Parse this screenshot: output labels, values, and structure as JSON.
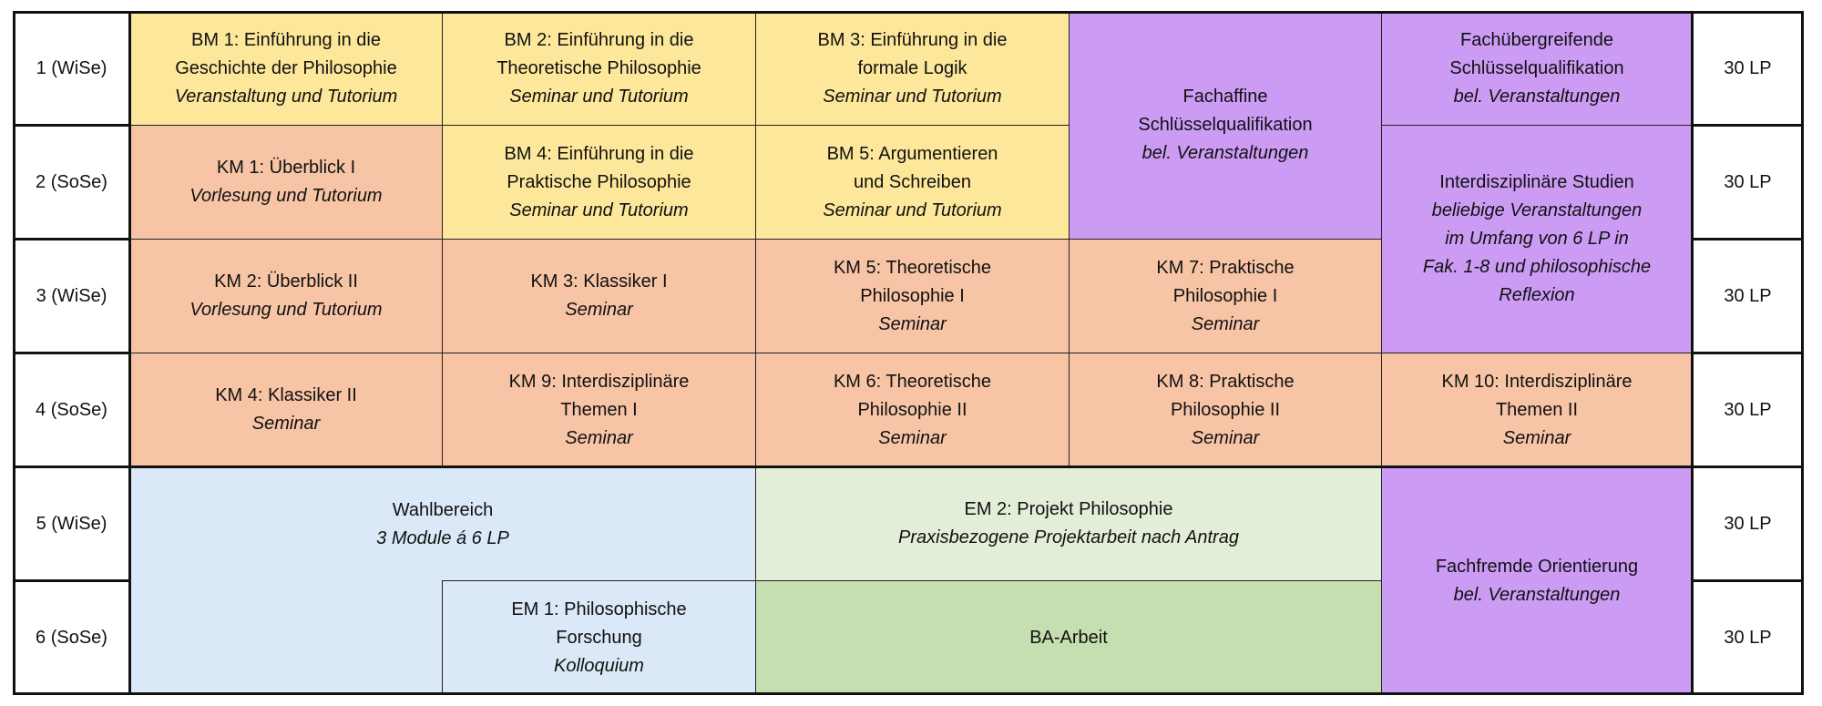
{
  "semesters": [
    {
      "label": "1 (WiSe)",
      "lp": "30 LP"
    },
    {
      "label": "2 (SoSe)",
      "lp": "30 LP"
    },
    {
      "label": "3 (WiSe)",
      "lp": "30 LP"
    },
    {
      "label": "4 (SoSe)",
      "lp": "30 LP"
    },
    {
      "label": "5 (WiSe)",
      "lp": "30 LP"
    },
    {
      "label": "6 (SoSe)",
      "lp": "30 LP"
    }
  ],
  "colors": {
    "basis_module": "#fde79a",
    "kern_module": "#f7c5a6",
    "schluesselqualifikation": "#cc9cf5",
    "wahlbereich": "#dbe8f7",
    "projekt": "#e3eed9",
    "ba_arbeit": "#c6dfb0"
  },
  "modules": [
    {
      "id": "bm1",
      "lines": [
        "BM 1: Einführung in die",
        "Geschichte der Philosophie"
      ],
      "subtitle": "Veranstaltung und Tutorium"
    },
    {
      "id": "bm2",
      "lines": [
        "BM 2: Einführung in die",
        "Theoretische Philosophie"
      ],
      "subtitle": "Seminar und Tutorium"
    },
    {
      "id": "bm3",
      "lines": [
        "BM 3: Einführung in die",
        "formale Logik"
      ],
      "subtitle": "Seminar und Tutorium"
    },
    {
      "id": "fachaffine",
      "lines": [
        "Fachaffine",
        "Schlüsselqualifikation"
      ],
      "subtitle": "bel. Veranstaltungen"
    },
    {
      "id": "fachuebergreifende",
      "lines": [
        "Fachübergreifende",
        "Schlüsselqualifikation"
      ],
      "subtitle": "bel. Veranstaltungen"
    },
    {
      "id": "km1",
      "lines": [
        "KM 1: Überblick I"
      ],
      "subtitle": "Vorlesung und Tutorium"
    },
    {
      "id": "bm4",
      "lines": [
        "BM 4: Einführung in die",
        "Praktische Philosophie"
      ],
      "subtitle": "Seminar und Tutorium"
    },
    {
      "id": "bm5",
      "lines": [
        "BM 5: Argumentieren",
        "und Schreiben"
      ],
      "subtitle": "Seminar und Tutorium"
    },
    {
      "id": "interdisziplinaer",
      "lines": [
        "Interdisziplinäre Studien"
      ],
      "subtitle_lines": [
        "beliebige Veranstaltungen",
        "im Umfang von 6 LP in",
        "Fak. 1-8 und philosophische",
        "Reflexion"
      ]
    },
    {
      "id": "km2",
      "lines": [
        "KM 2: Überblick II"
      ],
      "subtitle": "Vorlesung und Tutorium"
    },
    {
      "id": "km3",
      "lines": [
        "KM 3: Klassiker I"
      ],
      "subtitle": "Seminar"
    },
    {
      "id": "km5",
      "lines": [
        "KM 5: Theoretische",
        "Philosophie I"
      ],
      "subtitle": "Seminar"
    },
    {
      "id": "km7",
      "lines": [
        "KM 7: Praktische",
        "Philosophie I"
      ],
      "subtitle": "Seminar"
    },
    {
      "id": "km4",
      "lines": [
        "KM 4: Klassiker II"
      ],
      "subtitle": "Seminar"
    },
    {
      "id": "km9",
      "lines": [
        "KM 9: Interdisziplinäre",
        "Themen I"
      ],
      "subtitle": "Seminar"
    },
    {
      "id": "km6",
      "lines": [
        "KM 6: Theoretische",
        "Philosophie II"
      ],
      "subtitle": "Seminar"
    },
    {
      "id": "km8",
      "lines": [
        "KM 8: Praktische",
        "Philosophie II"
      ],
      "subtitle": "Seminar"
    },
    {
      "id": "km10",
      "lines": [
        "KM 10: Interdisziplinäre",
        "Themen II"
      ],
      "subtitle": "Seminar"
    },
    {
      "id": "wahlbereich",
      "lines": [
        "Wahlbereich"
      ],
      "subtitle": "3 Module á 6 LP"
    },
    {
      "id": "em2",
      "lines": [
        "EM 2: Projekt Philosophie"
      ],
      "subtitle": "Praxisbezogene Projektarbeit nach Antrag"
    },
    {
      "id": "fachfremde",
      "lines": [
        "Fachfremde Orientierung"
      ],
      "subtitle": "bel. Veranstaltungen"
    },
    {
      "id": "em1",
      "lines": [
        "EM 1: Philosophische",
        "Forschung"
      ],
      "subtitle": "Kolloquium"
    },
    {
      "id": "ba",
      "lines": [
        "BA-Arbeit"
      ]
    }
  ]
}
